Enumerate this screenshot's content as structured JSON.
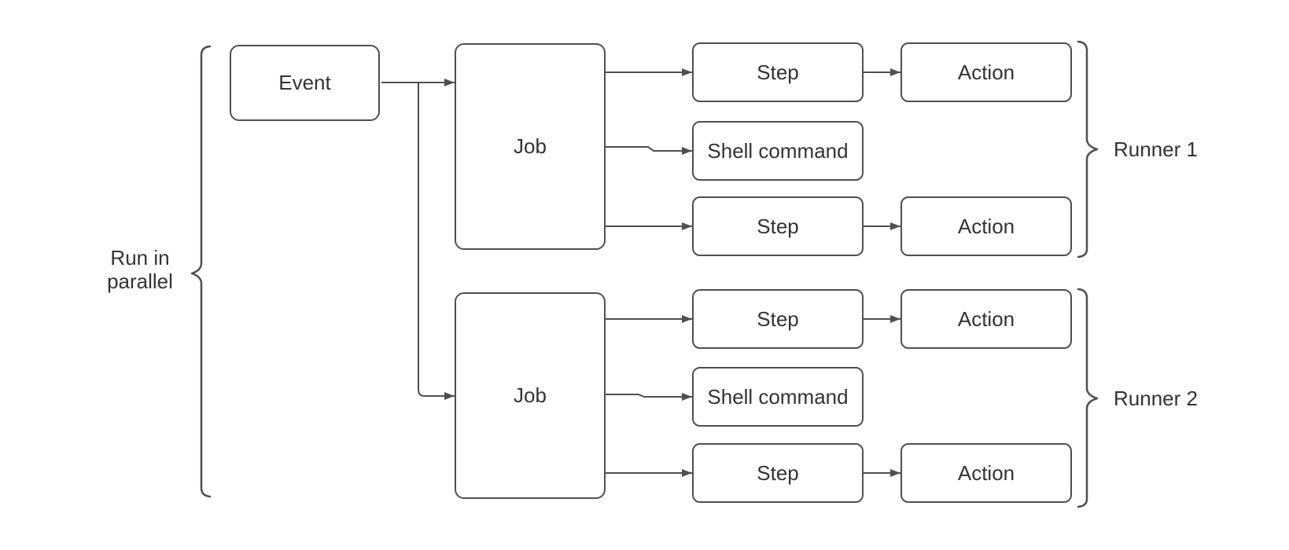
{
  "colors": {
    "stroke": "#4f4f4f",
    "text": "#333333",
    "background": "#ffffff"
  },
  "annotations": {
    "parallel": {
      "line1": "Run in",
      "line2": "parallel"
    },
    "runner1_label": "Runner 1",
    "runner2_label": "Runner 2"
  },
  "nodes": {
    "event": {
      "label": "Event"
    },
    "job_top": {
      "label": "Job"
    },
    "job_bottom": {
      "label": "Job"
    },
    "step_top_1": {
      "label": "Step"
    },
    "shell_top": {
      "label": "Shell command"
    },
    "step_top_2": {
      "label": "Step"
    },
    "action_top_1": {
      "label": "Action"
    },
    "action_top_2": {
      "label": "Action"
    },
    "step_bottom_1": {
      "label": "Step"
    },
    "shell_bottom": {
      "label": "Shell command"
    },
    "step_bottom_2": {
      "label": "Step"
    },
    "action_bottom_1": {
      "label": "Action"
    },
    "action_bottom_2": {
      "label": "Action"
    }
  },
  "edges": [
    {
      "from": "event",
      "to": "job_top"
    },
    {
      "from": "event",
      "to": "job_bottom"
    },
    {
      "from": "job_top",
      "to": "step_top_1"
    },
    {
      "from": "job_top",
      "to": "shell_top"
    },
    {
      "from": "job_top",
      "to": "step_top_2"
    },
    {
      "from": "step_top_1",
      "to": "action_top_1"
    },
    {
      "from": "step_top_2",
      "to": "action_top_2"
    },
    {
      "from": "job_bottom",
      "to": "step_bottom_1"
    },
    {
      "from": "job_bottom",
      "to": "shell_bottom"
    },
    {
      "from": "job_bottom",
      "to": "step_bottom_2"
    },
    {
      "from": "step_bottom_1",
      "to": "action_bottom_1"
    },
    {
      "from": "step_bottom_2",
      "to": "action_bottom_2"
    }
  ],
  "braces": [
    {
      "label": "Run in parallel",
      "side": "left",
      "spans": "entire diagram"
    },
    {
      "label": "Runner 1",
      "side": "right",
      "spans": "top job rows"
    },
    {
      "label": "Runner 2",
      "side": "right",
      "spans": "bottom job rows"
    }
  ]
}
